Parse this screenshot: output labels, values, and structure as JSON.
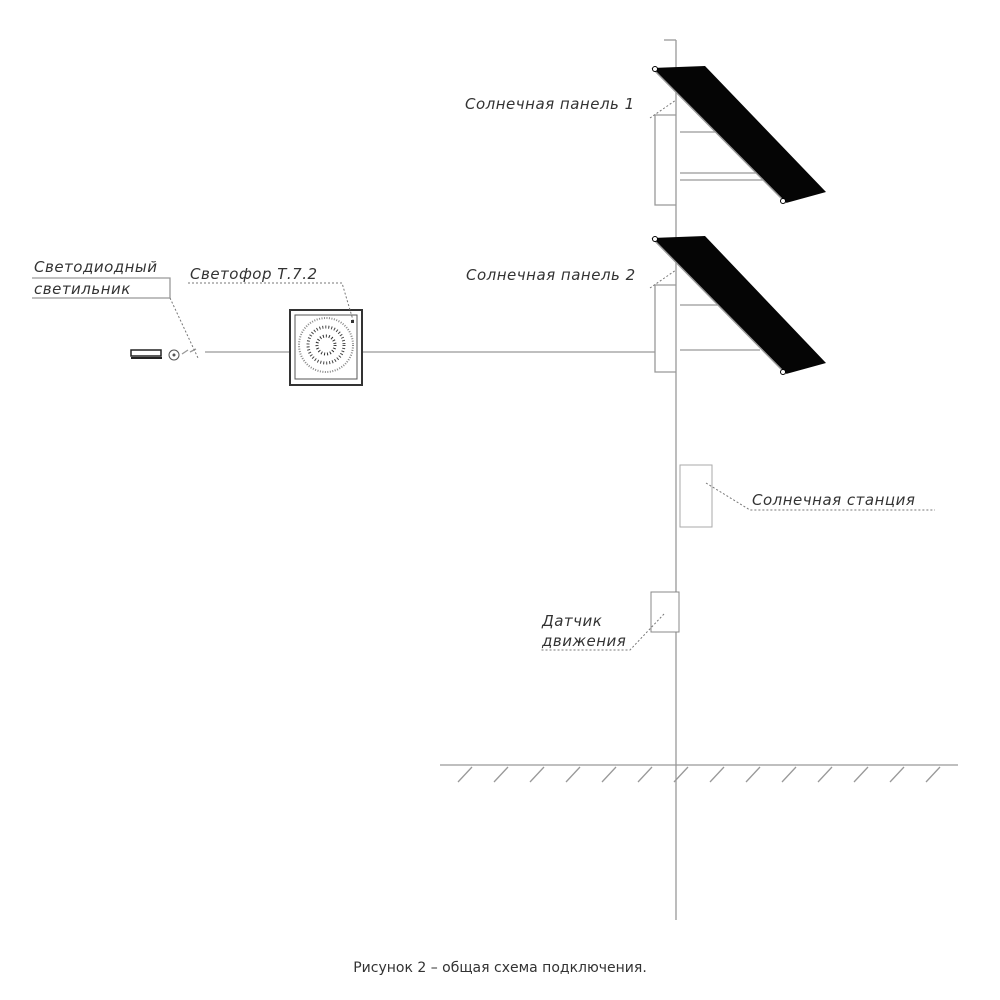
{
  "labels": {
    "led_lamp_line1": "Светодиодный",
    "led_lamp_line2": "светильник",
    "traffic_light": "Светофор Т.7.2",
    "solar_panel_1": "Солнечная панель 1",
    "solar_panel_2": "Солнечная панель 2",
    "solar_station": "Солнечная станция",
    "motion_sensor_line1": "Датчик",
    "motion_sensor_line2": "движения"
  },
  "caption": "Рисунок 2 – общая схема подключения."
}
